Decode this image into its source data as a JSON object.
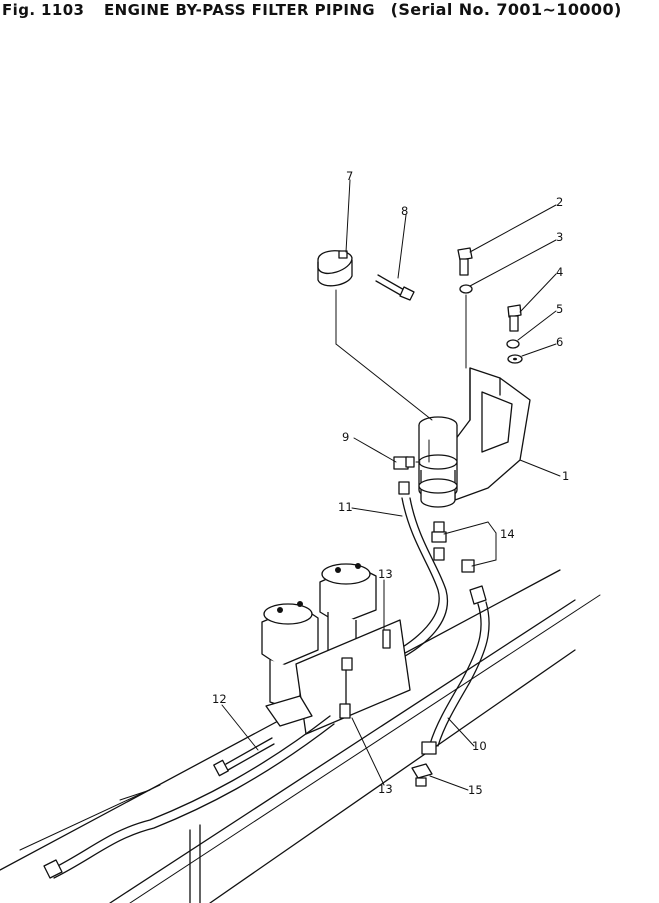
{
  "header": {
    "figure_number": "Fig. 1103",
    "figure_title": "ENGINE BY-PASS FILTER PIPING",
    "serial_range": "(Serial No. 7001~10000)"
  },
  "callouts": [
    "1",
    "2",
    "3",
    "4",
    "5",
    "6",
    "7",
    "8",
    "9",
    "10",
    "11",
    "12",
    "13",
    "13",
    "14",
    "15"
  ]
}
